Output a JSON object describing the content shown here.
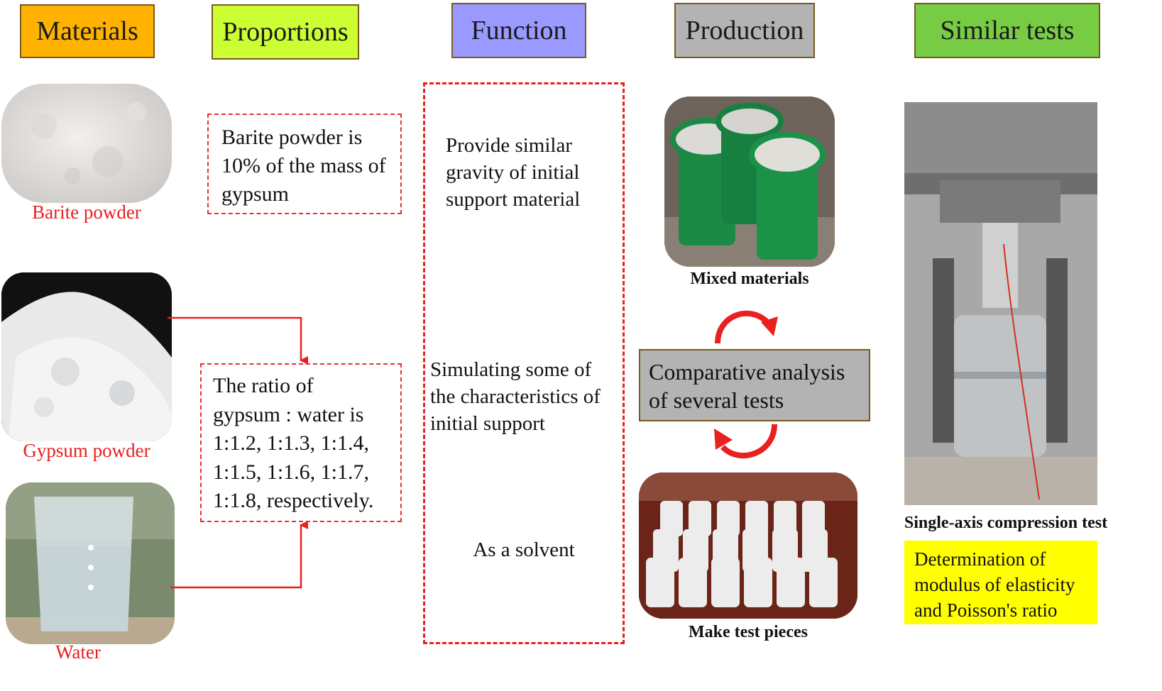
{
  "headers": {
    "materials": "Materials",
    "proportions": "Proportions",
    "function": "Function",
    "production": "Production",
    "similar_tests": "Similar tests"
  },
  "materials": {
    "barite_caption": "Barite powder",
    "gypsum_caption": "Gypsum powder",
    "water_caption": "Water"
  },
  "proportions": {
    "barite_text": "Barite powder is 10% of the mass of gypsum",
    "ratio_lines": [
      "The ratio of",
      "gypsum : water is",
      "1:1.2, 1:1.3, 1:1.4,",
      "1:1.5, 1:1.6, 1:1.7,",
      "1:1.8, respectively."
    ]
  },
  "function": {
    "gravity_text": "Provide similar gravity of initial support material",
    "simulate_text": "Simulating some of the characteristics of initial support",
    "solvent_text": "As a solvent"
  },
  "production": {
    "mixed_caption": "Mixed materials",
    "comparative_text": "Comparative analysis of several tests",
    "test_pieces_caption": "Make test pieces"
  },
  "similar_tests": {
    "compression_caption": "Single-axis compression test",
    "determination_text": "Determination of modulus of elasticity and Poisson's ratio"
  },
  "colors": {
    "materials_header": "#ffb300",
    "proportions_header": "#ccff33",
    "function_header": "#9999ff",
    "production_header": "#b3b3b3",
    "similar_tests_header": "#77cc44",
    "determination_bg": "#ffff00",
    "accent_red": "#e8201f"
  }
}
